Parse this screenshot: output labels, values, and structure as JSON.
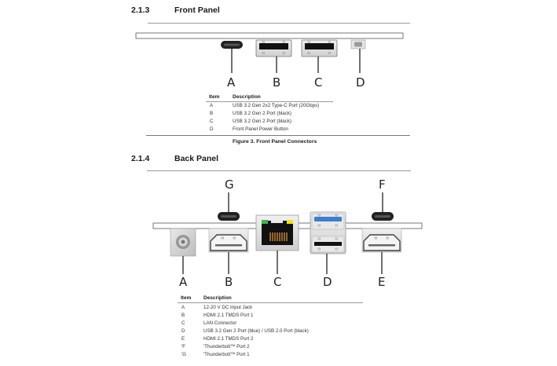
{
  "front_panel": {
    "section_number": "2.1.3",
    "section_title": "Front Panel",
    "callouts": [
      "A",
      "B",
      "C",
      "D"
    ],
    "table": {
      "headers": [
        "Item",
        "Description"
      ],
      "rows": [
        {
          "item": "A",
          "description": "USB 3.2 Gen 2x2 Type-C Port (20Gbps)"
        },
        {
          "item": "B",
          "description": "USB 3.2 Gen 2 Port (black)"
        },
        {
          "item": "C",
          "description": "USB 3.2 Gen 2 Port (black)"
        },
        {
          "item": "D",
          "description": "Front Panel Power Button"
        }
      ]
    },
    "caption": "Figure 3.  Front Panel Connectors"
  },
  "back_panel": {
    "section_number": "2.1.4",
    "section_title": "Back Panel",
    "callouts_top": [
      "G",
      "F"
    ],
    "callouts_bottom": [
      "A",
      "B",
      "C",
      "D",
      "E"
    ],
    "table": {
      "headers": [
        "Item",
        "Description"
      ],
      "rows": [
        {
          "item": "A",
          "description": "12-20 V DC Input Jack"
        },
        {
          "item": "B",
          "description": "HDMI 2.1 TMDS Port 1"
        },
        {
          "item": "C",
          "description": "LAN Connector"
        },
        {
          "item": "D",
          "description": "USB 3.2 Gen 2 Port (blue) / USB 2.0 Port (black)"
        },
        {
          "item": "E",
          "description": "HDMI 2.1 TMDS Port 2"
        },
        {
          "item": "'F",
          "description": "'Thunderbolt™ Port 2"
        },
        {
          "item": "'G",
          "description": "'Thunderbolt™ Port 1"
        }
      ]
    }
  },
  "colors": {
    "usb3_blue": "#3a7fd0",
    "lan_led_green": "#3bb54a",
    "lan_led_yellow": "#f2e21b",
    "lan_pins": "#e0903a"
  }
}
